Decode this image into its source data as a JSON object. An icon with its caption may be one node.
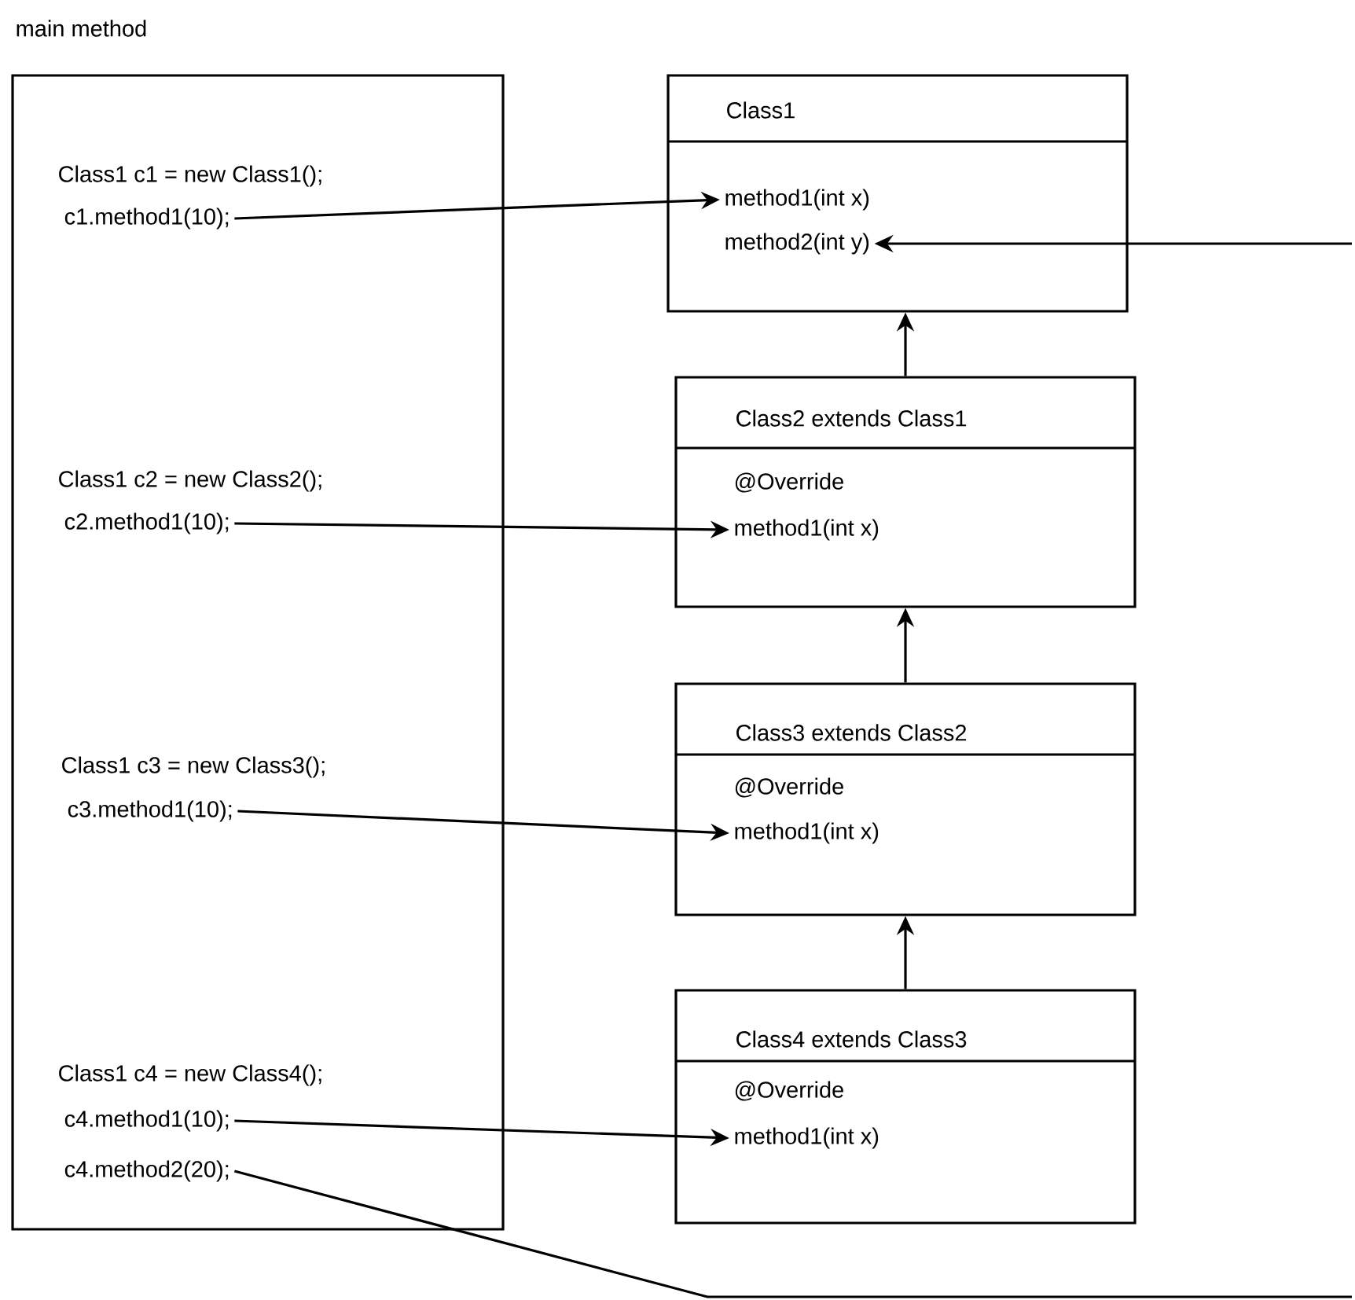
{
  "diagram": {
    "nodes": [
      {
        "text": [
          "main method"
        ]
      },
      {
        "text": [
          "Class1 c1 = new Class1();"
        ],
        "in": 0
      },
      {
        "text": [
          "c1.method1(10);"
        ],
        "in": 0
      },
      {
        "text": [
          "Class1 c2 = new Class2();"
        ],
        "in": 0
      },
      {
        "text": [
          "c2.method1(10);"
        ],
        "in": 0
      },
      {
        "text": [
          "Class1 c3 = new Class3();"
        ],
        "in": 0
      },
      {
        "text": [
          "c3.method1(10);"
        ],
        "in": 0
      },
      {
        "text": [
          "Class1 c4 = new Class4();"
        ],
        "in": 0
      },
      {
        "text": [
          "c4.method1(10);"
        ],
        "in": 0
      },
      {
        "text": [
          "c4.method2(20);"
        ],
        "in": 0
      },
      {
        "text": [
          "Class1"
        ]
      },
      {
        "text": [
          "method1(int x)"
        ],
        "in": 10
      },
      {
        "text": [
          "method2(int y)"
        ],
        "in": 10
      },
      {
        "text": [
          "Class2 extends Class1"
        ]
      },
      {
        "text": [
          "@Override"
        ],
        "in": 13
      },
      {
        "text": [
          "method1(int x)"
        ],
        "in": 13
      },
      {
        "text": [
          "Class3 extends Class2"
        ]
      },
      {
        "text": [
          "@Override"
        ],
        "in": 16
      },
      {
        "text": [
          "method1(int x)"
        ],
        "in": 16
      },
      {
        "text": [
          "Class4 extends Class3"
        ]
      },
      {
        "text": [
          "@Override"
        ],
        "in": 19
      },
      {
        "text": [
          "method1(int x)"
        ],
        "in": 19
      }
    ],
    "edges": [
      {
        "from": 2,
        "to": 11,
        "arrow": "to"
      },
      {
        "from": 4,
        "to": 15,
        "arrow": "to"
      },
      {
        "from": 6,
        "to": 18,
        "arrow": "to"
      },
      {
        "from": 8,
        "to": 21,
        "arrow": "to"
      },
      {
        "from": 9,
        "to": null,
        "arrow": "none"
      },
      {
        "from": null,
        "to": 12,
        "arrow": "to"
      },
      {
        "from": 13,
        "to": 10,
        "arrow": "to"
      },
      {
        "from": 16,
        "to": 13,
        "arrow": "to"
      },
      {
        "from": 19,
        "to": 16,
        "arrow": "to"
      }
    ]
  }
}
